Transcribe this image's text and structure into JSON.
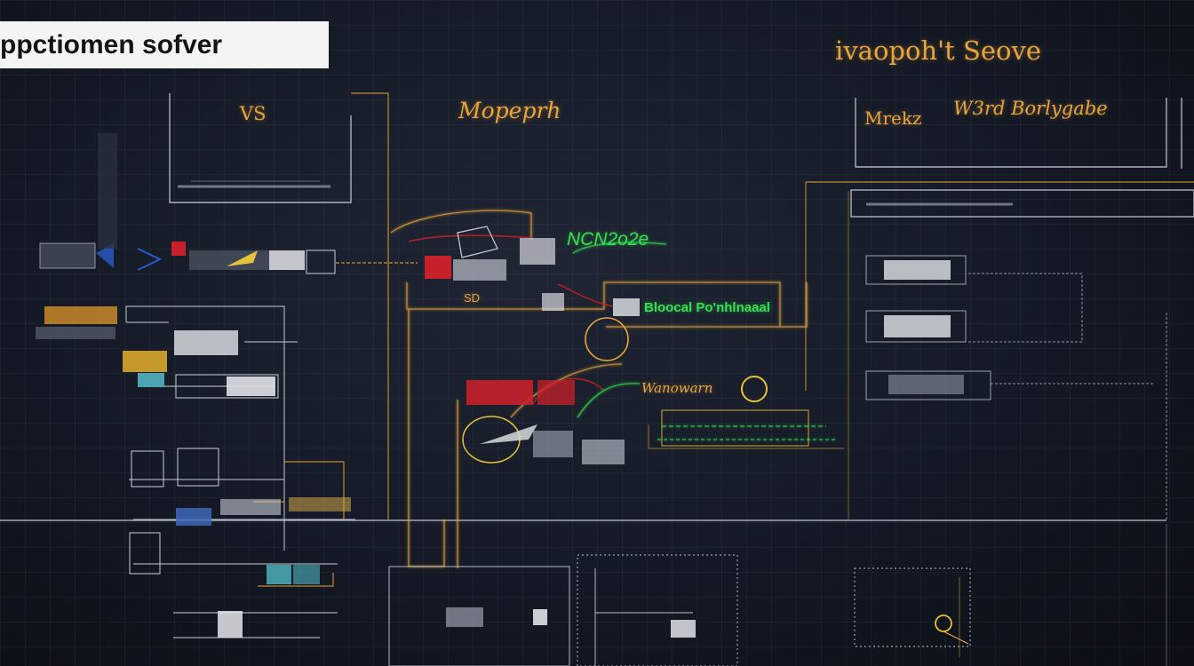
{
  "title": "ppctiomen sofver",
  "labels": {
    "top_right": "ivaopoh't Seove",
    "vs": "VS",
    "moperh": "Mopeprh",
    "mrekz": "Mrekz",
    "word_board": "W3rd Borlygabe",
    "network": "NCN2o2e",
    "bloocal": "Bloocal  Po'nhlnaaal",
    "wanew": "Wanowarn",
    "sd": "SD"
  },
  "colors": {
    "orange": "#e9a53c",
    "green": "#36e052",
    "line_white": "#c9ced8",
    "red": "#c8202a",
    "background": "#141925"
  }
}
